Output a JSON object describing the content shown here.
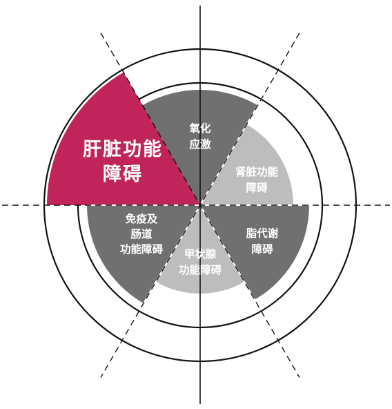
{
  "diagram": {
    "colors": {
      "highlight": "#c0245a",
      "dark": "#707070",
      "light": "#bdbdbd",
      "ring": "#111111",
      "background": "#ffffff"
    },
    "segments": [
      {
        "id": "liver",
        "lines": [
          "肝脏功能",
          "障碍"
        ],
        "tone": "highlight"
      },
      {
        "id": "oxidative",
        "lines": [
          "氧化",
          "应激"
        ],
        "tone": "dark"
      },
      {
        "id": "kidney",
        "lines": [
          "肾脏功能",
          "障碍"
        ],
        "tone": "light"
      },
      {
        "id": "lipid",
        "lines": [
          "脂代谢",
          "障碍"
        ],
        "tone": "dark"
      },
      {
        "id": "thyroid",
        "lines": [
          "甲状腺",
          "功能障碍"
        ],
        "tone": "light"
      },
      {
        "id": "immune",
        "lines": [
          "免疫及",
          "肠道",
          "功能障碍"
        ],
        "tone": "dark"
      }
    ]
  }
}
